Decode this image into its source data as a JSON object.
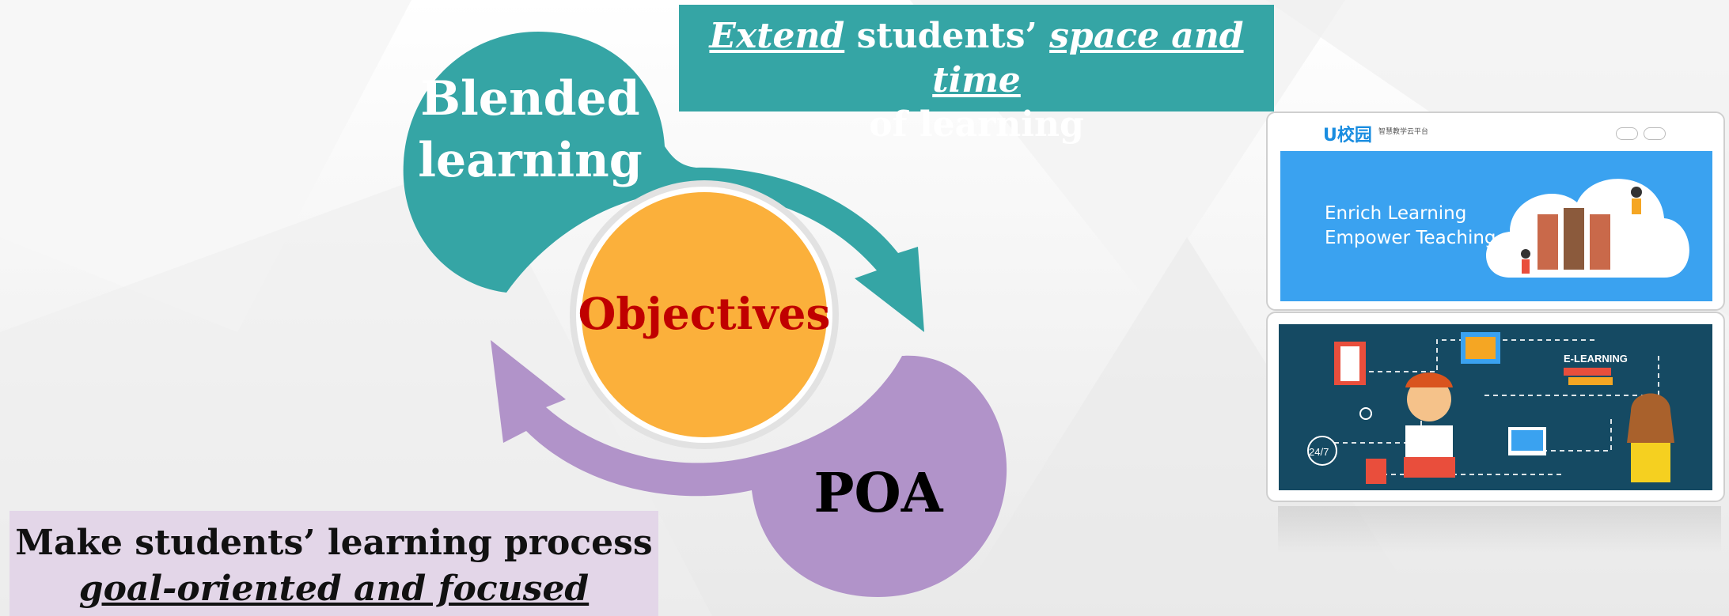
{
  "top_caption": {
    "word_extend": "Extend",
    "mid": " students’ ",
    "word_space_time": "space and time",
    "line2": "of learning"
  },
  "bottom_caption": {
    "line1": "Make students’ learning process",
    "line2": "goal-oriented and focused"
  },
  "cycle": {
    "blended_line1": "Blended",
    "blended_line2": "learning",
    "center": "Objectives",
    "poa": "POA"
  },
  "screenshot_top": {
    "logo": "U校园",
    "subtitle": "智慧教学云平台",
    "banner_line1": "Enrich Learning",
    "banner_line2": "Empower Teaching"
  },
  "screenshot_bottom": {
    "title": "E-LEARNING",
    "badge": "24/7"
  },
  "colors": {
    "teal": "#35a5a5",
    "purple": "#b193c9",
    "orange": "#fbb03b",
    "objectives_red": "#c00000",
    "lavender_box": "#e3d6e8"
  }
}
